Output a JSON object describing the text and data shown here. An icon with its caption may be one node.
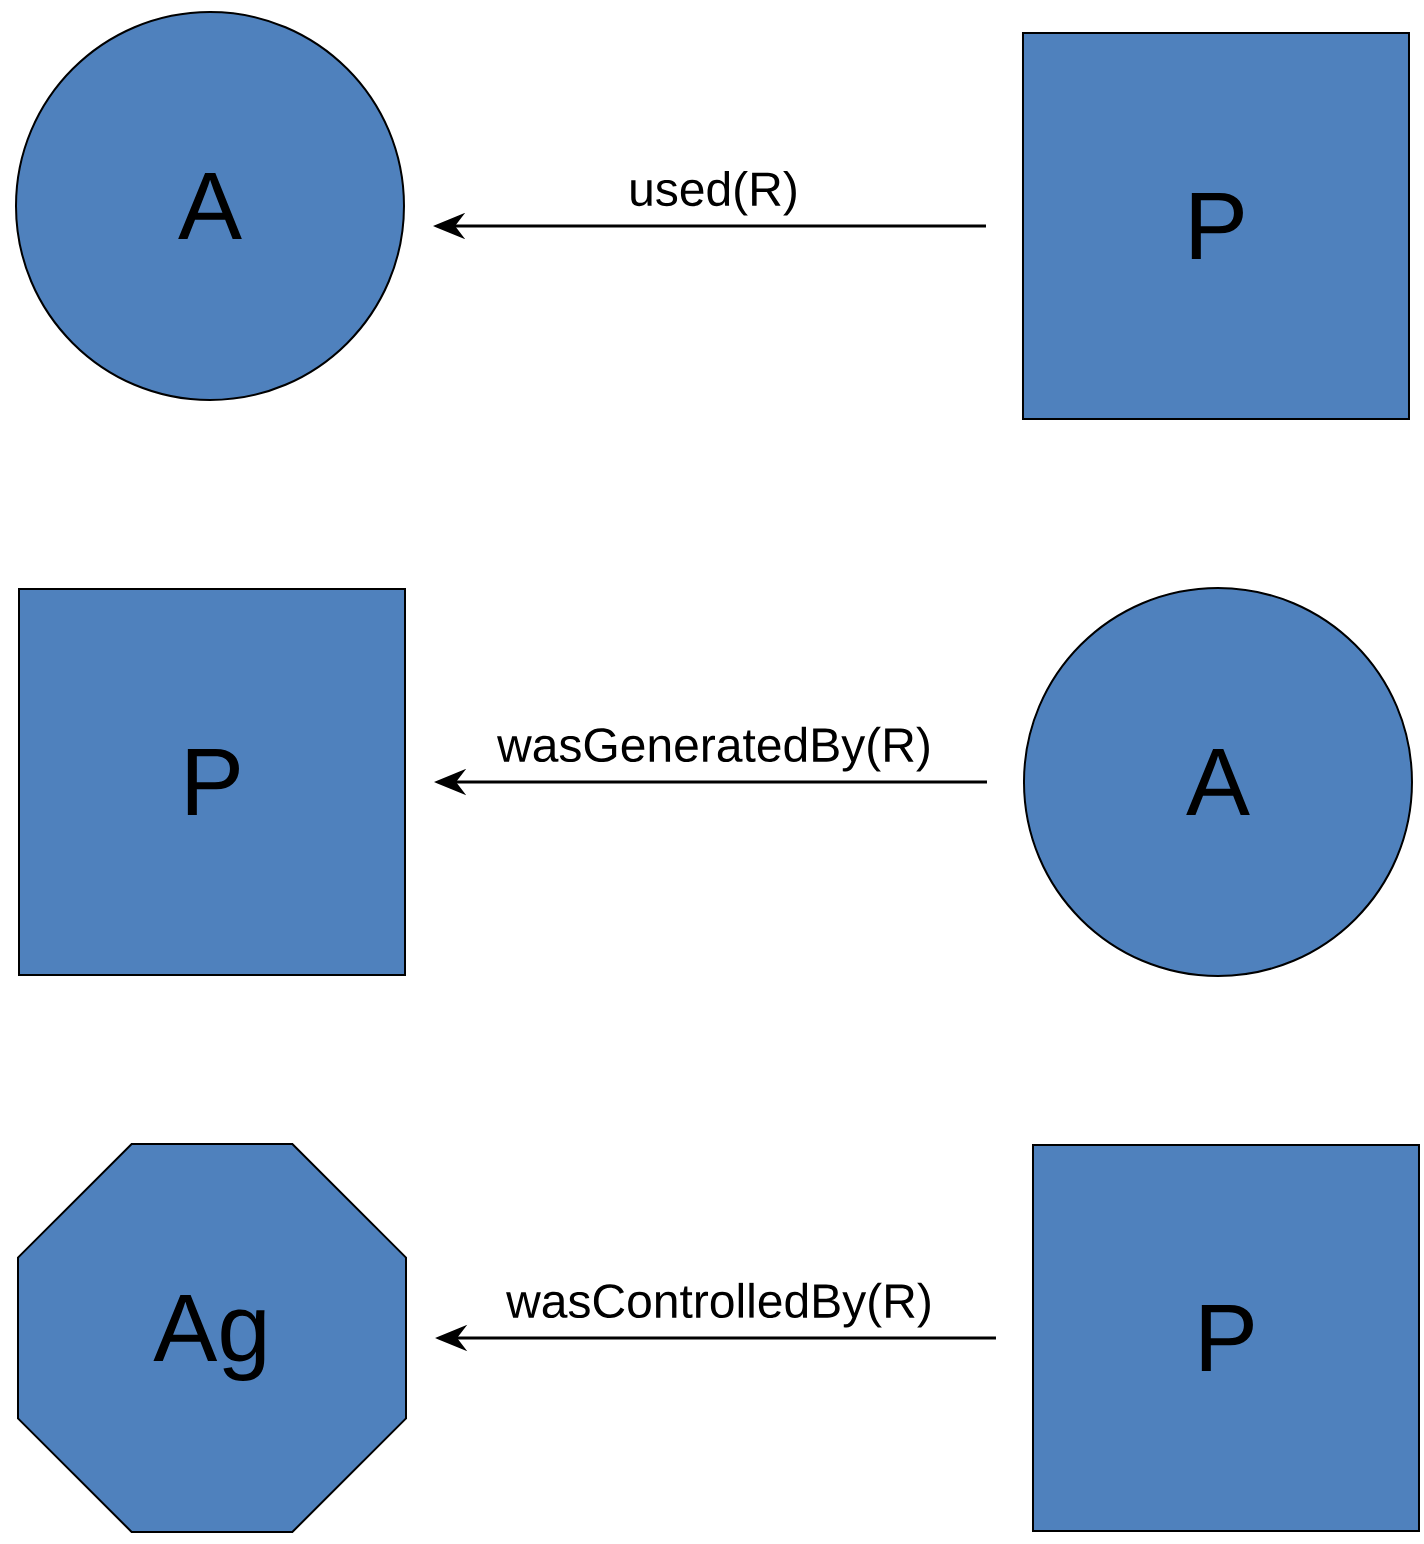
{
  "diagram": {
    "nodes": [
      {
        "text": [
          "A"
        ]
      },
      {
        "text": [
          "P"
        ]
      },
      {
        "text": [
          "P"
        ]
      },
      {
        "text": [
          "A"
        ]
      },
      {
        "text": [
          "Ag"
        ]
      },
      {
        "text": [
          "P"
        ]
      }
    ],
    "edges": [
      {
        "from": 1,
        "to": 0,
        "arrow": "to",
        "label": "used(R)"
      },
      {
        "from": 3,
        "to": 2,
        "arrow": "to",
        "label": "wasGeneratedBy(R)"
      },
      {
        "from": 5,
        "to": 4,
        "arrow": "to",
        "label": "wasControlledBy(R)"
      }
    ]
  }
}
